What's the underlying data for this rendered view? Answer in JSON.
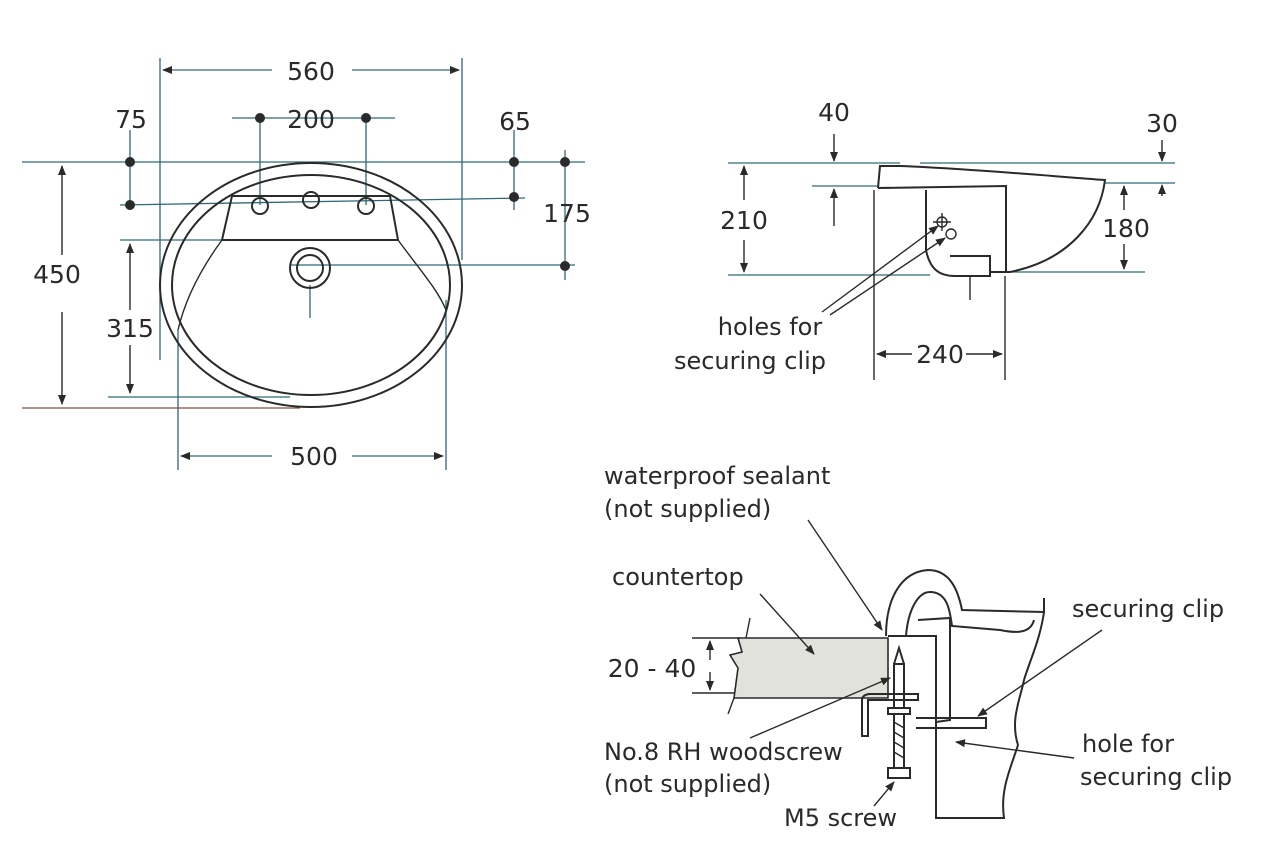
{
  "plan_view": {
    "dims": {
      "overall_width": "560",
      "left_offset": "75",
      "tap_spacing": "200",
      "right_offset": "65",
      "tap_height": "175",
      "overall_depth": "450",
      "waste_to_front": "315",
      "bowl_width": "500"
    }
  },
  "side_view": {
    "dims": {
      "rim_thickness": "40",
      "back_rim": "30",
      "height": "210",
      "bowl_height": "180",
      "depth": "240"
    },
    "label_holes": [
      "holes for",
      "securing clip"
    ]
  },
  "section_view": {
    "label_sealant": [
      "waterproof sealant",
      "(not supplied)"
    ],
    "label_countertop": "countertop",
    "label_thickness": "20 - 40",
    "label_woodscrew": [
      "No.8 RH woodscrew",
      "(not supplied)"
    ],
    "label_m5": "M5 screw",
    "label_clip": "securing clip",
    "label_hole": [
      "hole for",
      "securing clip"
    ]
  }
}
